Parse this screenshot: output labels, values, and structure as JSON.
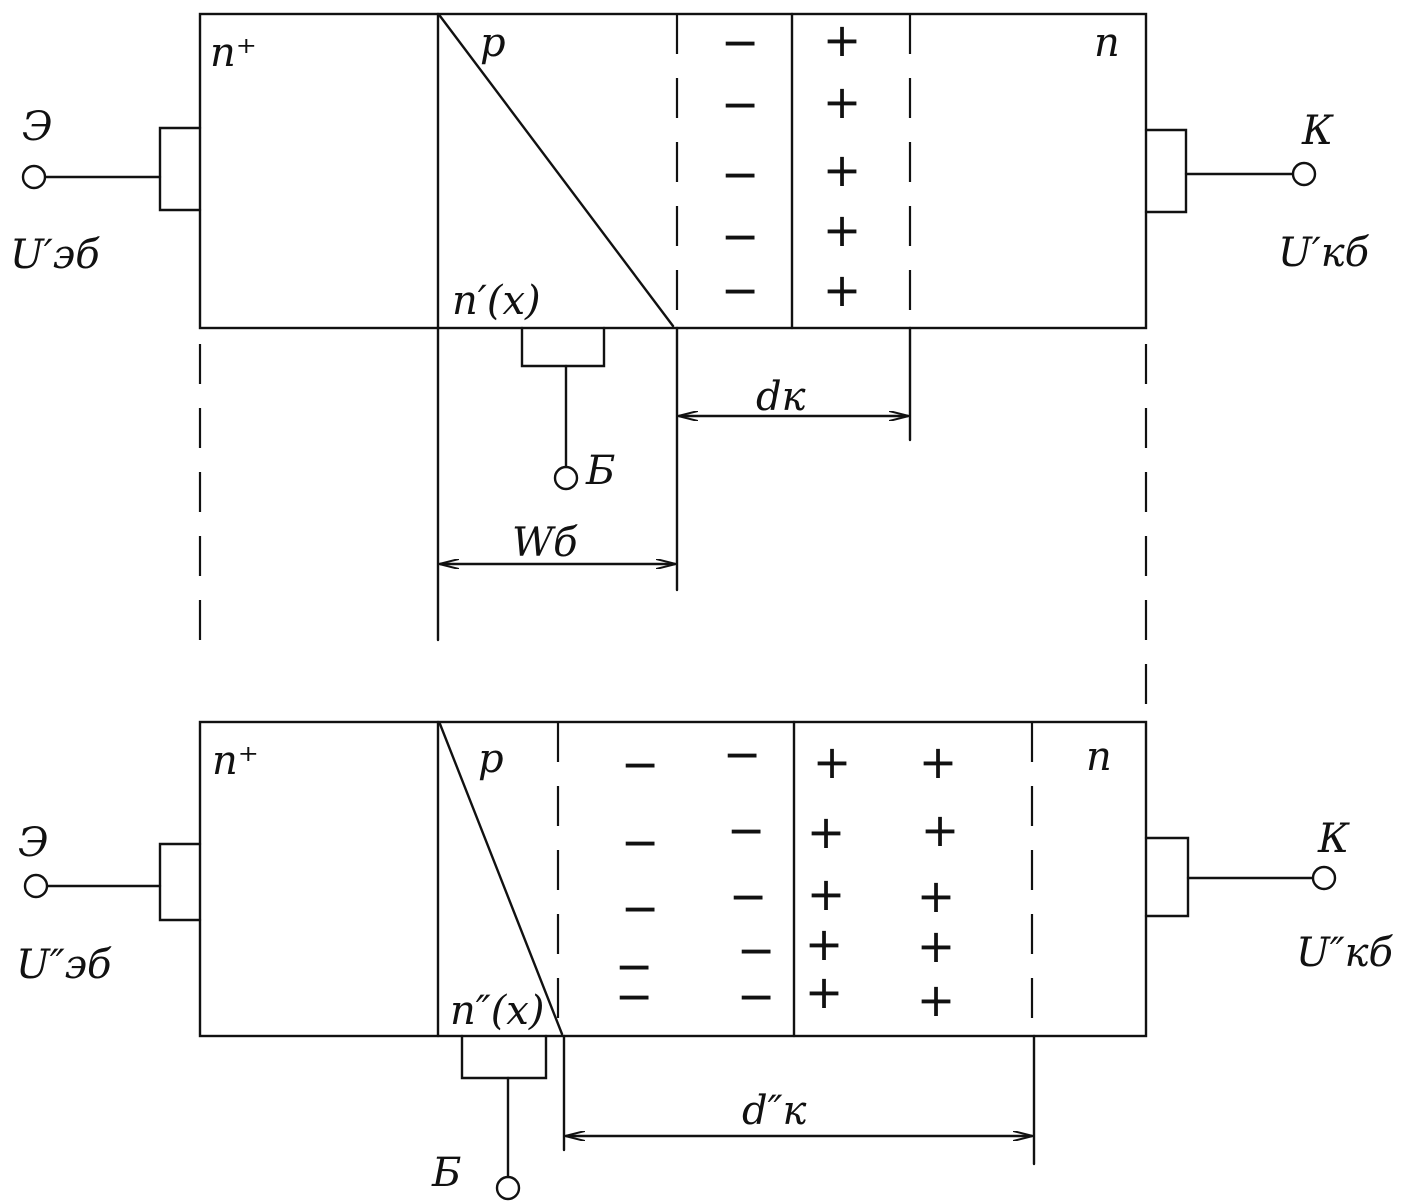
{
  "diagram_a": {
    "emitter_region": "n⁺",
    "base_region": "p",
    "collector_region": "n",
    "emitter_terminal": "Э",
    "collector_terminal": "К",
    "base_terminal": "Б",
    "emitter_voltage": "U′эб",
    "collector_voltage": "U′кб",
    "carrier_profile": "n′(x)",
    "junction_width": "dк",
    "base_width": "Wб",
    "neg_charges": [
      "−",
      "−",
      "−",
      "−",
      "−"
    ],
    "pos_charges": [
      "+",
      "+",
      "+",
      "+",
      "+"
    ]
  },
  "diagram_b": {
    "emitter_region": "n⁺",
    "base_region": "p",
    "collector_region": "n",
    "emitter_terminal": "Э",
    "collector_terminal": "К",
    "base_terminal": "Б",
    "emitter_voltage": "U″эб",
    "collector_voltage": "U″кб",
    "carrier_profile": "n″(x)",
    "junction_width": "d″к",
    "neg_charges": [
      "−",
      "−",
      "−",
      "−",
      "−",
      "−",
      "−",
      "−",
      "−",
      "−"
    ],
    "pos_charges": [
      "+",
      "+",
      "+",
      "+",
      "+",
      "+",
      "+",
      "+",
      "+",
      "+"
    ]
  }
}
